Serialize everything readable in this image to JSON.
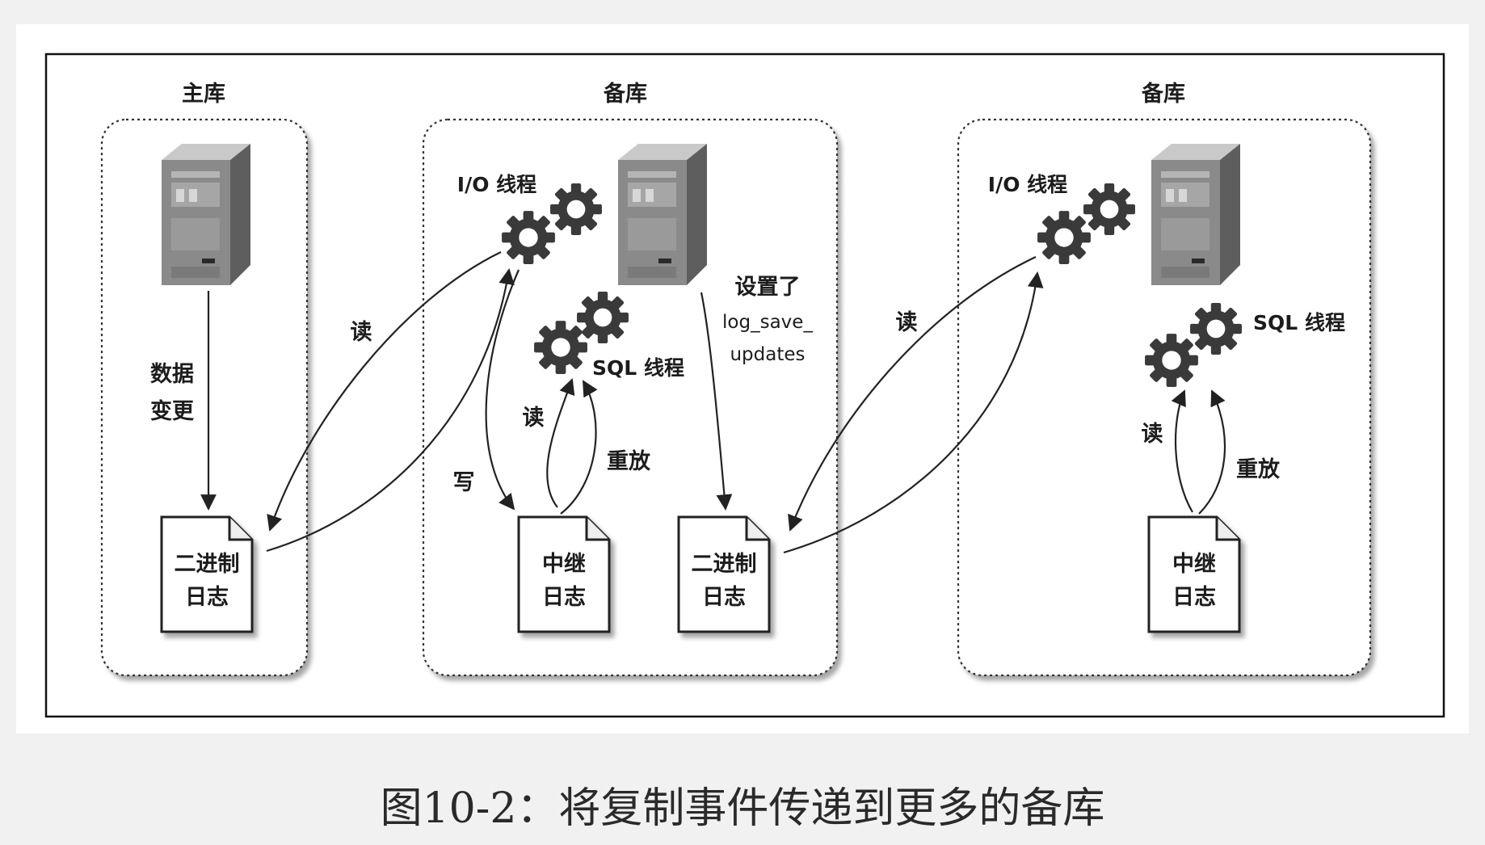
{
  "caption": "图10-2：将复制事件传递到更多的备库",
  "zones": {
    "master": {
      "title": "主库"
    },
    "replica1": {
      "title": "备库"
    },
    "replica2": {
      "title": "备库"
    }
  },
  "docs": {
    "master_binlog": {
      "line1": "二进制",
      "line2": "日志"
    },
    "r1_relay": {
      "line1": "中继",
      "line2": "日志"
    },
    "r1_binlog": {
      "line1": "二进制",
      "line2": "日志"
    },
    "r2_relay": {
      "line1": "中继",
      "line2": "日志"
    }
  },
  "labels": {
    "master_change_1": "数据",
    "master_change_2": "变更",
    "read_r1": "读",
    "r1_io": "I/O 线程",
    "r1_write": "写",
    "r1_sql": "SQL 线程",
    "r1_sql_read": "读",
    "r1_sql_replay": "重放",
    "r1_setting_1": "设置了",
    "r1_setting_2": "log_save_",
    "r1_setting_3": "updates",
    "read_r2": "读",
    "r2_io": "I/O 线程",
    "r2_sql": "SQL 线程",
    "r2_sql_read": "读",
    "r2_sql_replay": "重放"
  },
  "icons": [
    "server-icon",
    "gear-icon",
    "document-icon"
  ],
  "colors": {
    "background": "#f1f1f1",
    "panel": "#ffffff",
    "ink": "#222222"
  }
}
